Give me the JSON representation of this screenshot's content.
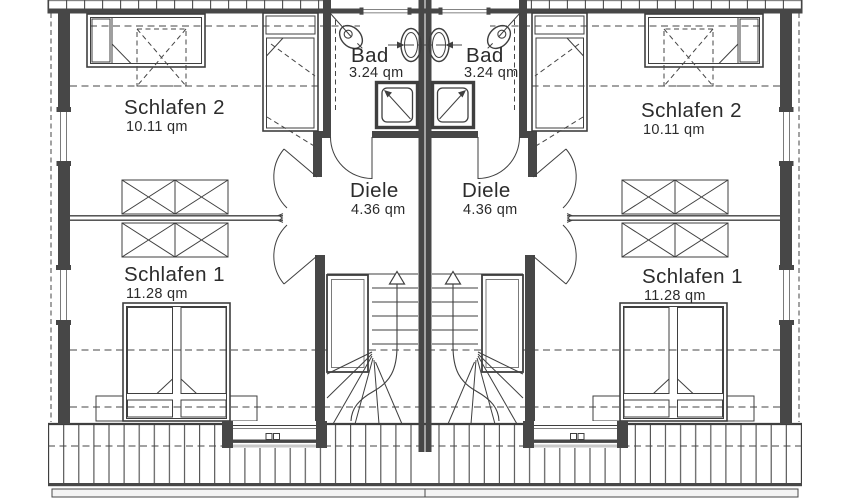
{
  "document": {
    "kind": "floor-plan-scan",
    "language": "de",
    "colors": {
      "paper": "#ffffff",
      "ink": "#3f3f3f",
      "wall": "#474747",
      "shade": "#c9c9c9"
    }
  },
  "units": [
    {
      "id": "left-unit",
      "rooms": [
        {
          "key": "schlafen-2",
          "name": "Schlafen 2",
          "area": "10.11 qm"
        },
        {
          "key": "bad",
          "name": "Bad",
          "area": "3.24 qm"
        },
        {
          "key": "diele",
          "name": "Diele",
          "area": "4.36 qm"
        },
        {
          "key": "schlafen-1",
          "name": "Schlafen 1",
          "area": "11.28 qm"
        }
      ]
    },
    {
      "id": "right-unit",
      "rooms": [
        {
          "key": "schlafen-2",
          "name": "Schlafen 2",
          "area": "10.11 qm"
        },
        {
          "key": "bad",
          "name": "Bad",
          "area": "3.24 qm"
        },
        {
          "key": "diele",
          "name": "Diele",
          "area": "4.36 qm"
        },
        {
          "key": "schlafen-1",
          "name": "Schlafen 1",
          "area": "11.28 qm"
        }
      ]
    }
  ],
  "symbols": [
    "double-bed",
    "single-bed",
    "wardrobe-crossed",
    "skylight-dashed",
    "toilet",
    "washbasin",
    "shower",
    "winder-stairs",
    "stairs-up-arrow",
    "door-swing",
    "balcony-window",
    "roof-eave-hatch",
    "roof-slope-dashed-line"
  ]
}
